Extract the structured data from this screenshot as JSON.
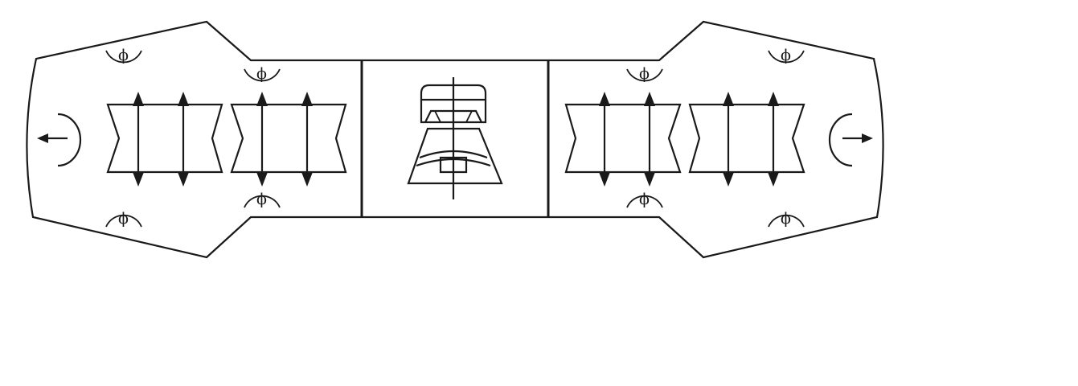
{
  "colors": {
    "line": "#1a1a1a",
    "background": "#ffffff"
  },
  "symbols": {
    "rotation_phi": "ϕ",
    "vertical_arrow": "double-headed-arrow",
    "outward_arrow": "single-arrow"
  },
  "layout_counts": {
    "wing_sections": 2,
    "extension_blocks_per_wing": 2,
    "central_units": 1
  }
}
